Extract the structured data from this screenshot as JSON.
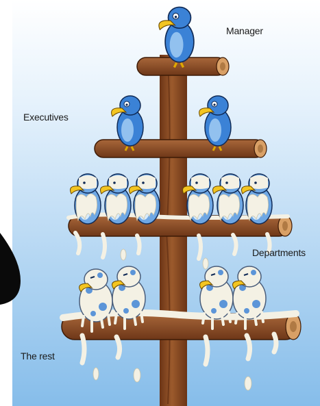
{
  "labels": {
    "manager": "Manager",
    "executives": "Executives",
    "departments": "Departments",
    "the_rest": "The rest"
  },
  "colors": {
    "sky_top": "#ffffff",
    "sky_bottom": "#8fc4ee",
    "pole": "#8b4a22",
    "bird_blue": "#3b82d6",
    "beak": "#f3c521",
    "dropping": "#f4f1e4"
  }
}
